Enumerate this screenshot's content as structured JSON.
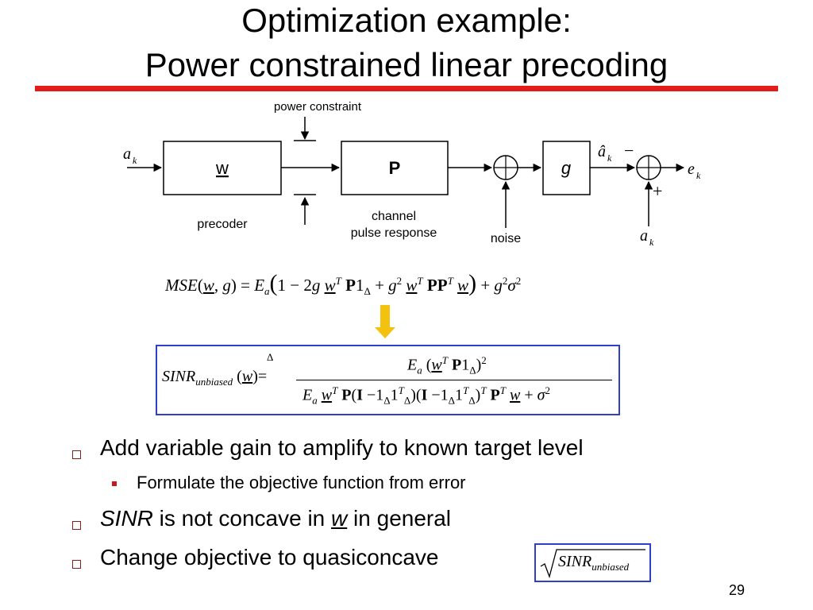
{
  "slide": {
    "title_line1": "Optimization example:",
    "title_line2": "Power constrained linear precoding",
    "page_number": "29"
  },
  "diagram": {
    "power_constraint": "power constraint",
    "input_a": "a",
    "input_k": "k",
    "block_w": "w",
    "block_p": "P",
    "block_g": "g",
    "precoder": "precoder",
    "channel_line1": "channel",
    "channel_line2": "pulse response",
    "noise": "noise",
    "ahat": "â",
    "minus": "−",
    "plus": "+",
    "e": "e",
    "a_ref": "a"
  },
  "equations": {
    "mse": "MSE(w, g) = E_a(1 − 2g w^T P 1_Δ + g^2 w^T P P^T w) + g^2 σ^2",
    "sinr": "SINR_unbiased(w) ≜ E_a(w^T P 1_Δ)^2 / (E_a w^T P(I − 1_Δ 1_Δ^T)(I − 1_Δ 1_Δ^T)^T P^T w + σ^2)",
    "sqrt_sinr": "√SINR_unbiased"
  },
  "bullets": {
    "b1": "Add variable gain to amplify to known target level",
    "b1_sub": "Formulate the objective function from error",
    "b2_italic": "SINR",
    "b2_mid": " is not concave in ",
    "b2_w": "w",
    "b2_end": " in general",
    "b3": "Change objective to quasiconcave"
  },
  "colors": {
    "accent_rule": "#e31b1b",
    "box_border": "#2f3fc7",
    "arrow": "#f2c20e",
    "bullet": "#8a1c1c"
  }
}
